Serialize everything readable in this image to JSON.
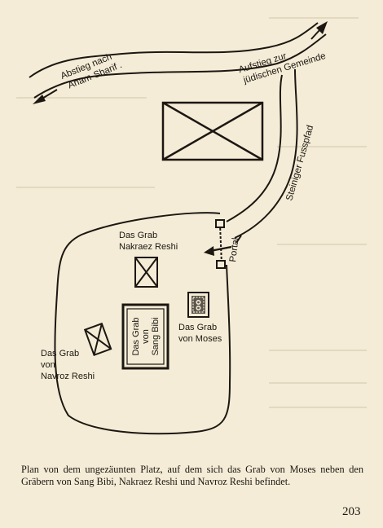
{
  "labels": {
    "descent": [
      "Abstieg nach",
      "Aham-Sharif ."
    ],
    "ascent": [
      "Aufstieg zur",
      "jüdischen Gemeinde"
    ],
    "path": "Steiniger Fusspfad",
    "portal": "Portal",
    "grave_nakraez": [
      "Das Grab",
      "Nakraez Reshi"
    ],
    "grave_moses": [
      "Das Grab",
      "von Moses"
    ],
    "grave_sangbibi": [
      "Das Grab",
      "von",
      "Sang Bibi"
    ],
    "grave_navroz": [
      "Das Grab",
      "von",
      "Navroz Reshi"
    ]
  },
  "caption": "Plan von dem ungezäunten Platz, auf dem sich das Grab von Moses neben den Gräbern von Sang Bibi, Nakraez Reshi und Navroz Reshi befindet.",
  "page_number": "203",
  "colors": {
    "ink": "#1c1712",
    "paper": "#f4ecd6"
  }
}
